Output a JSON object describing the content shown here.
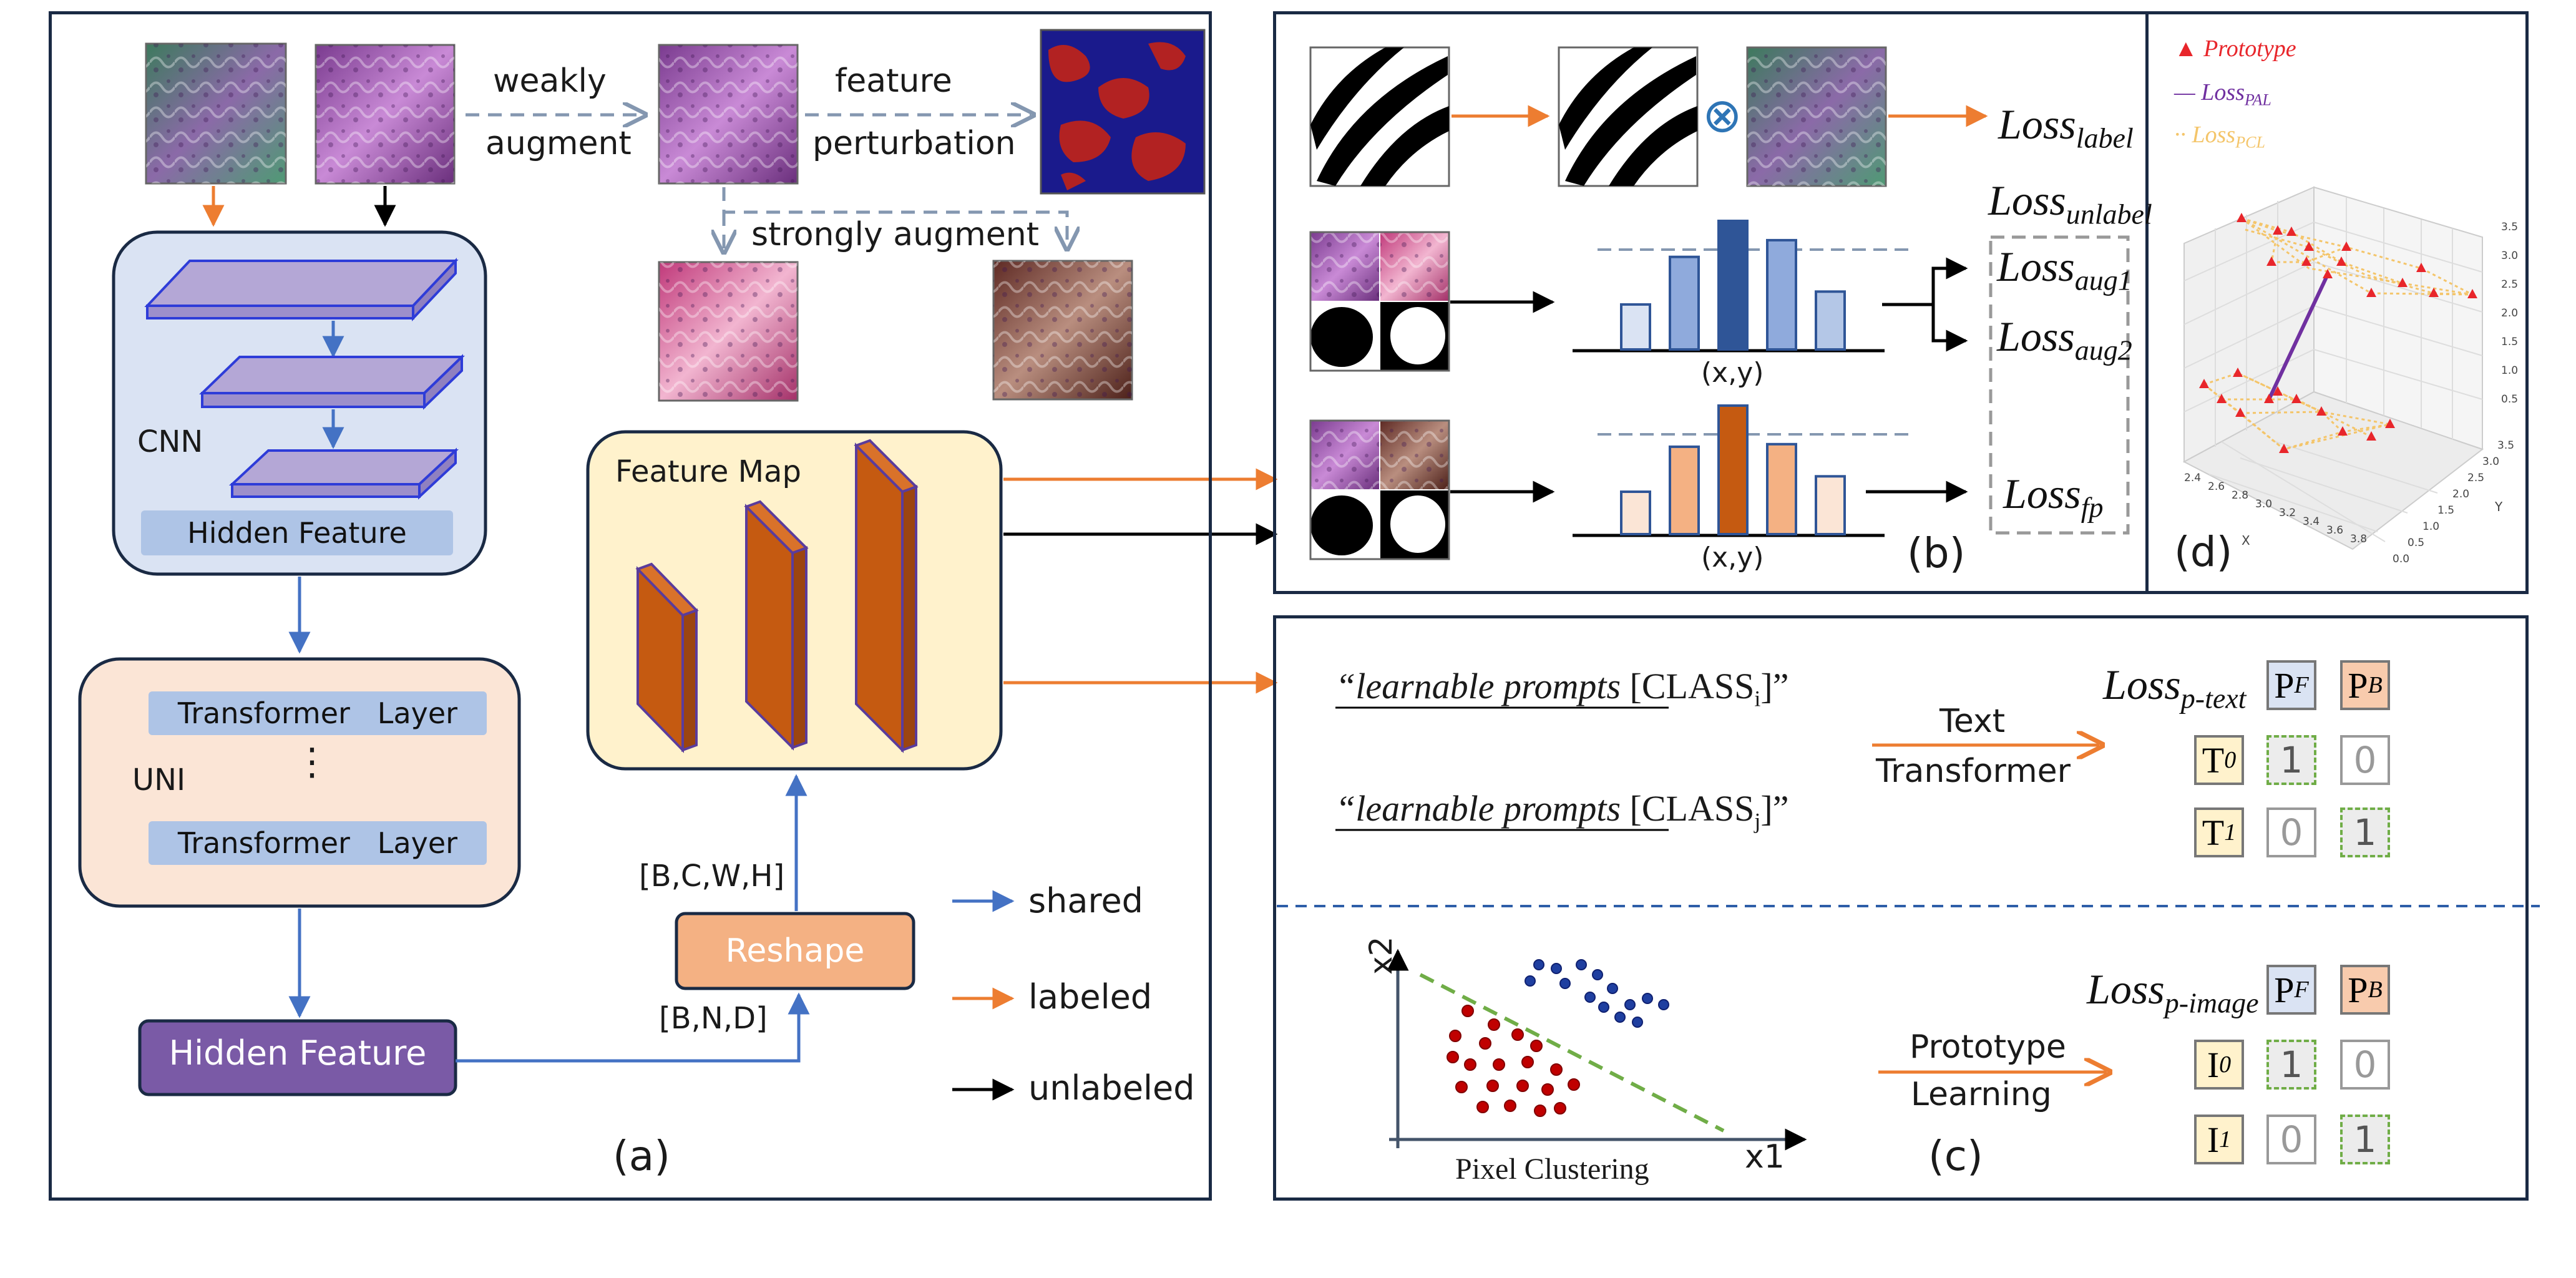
{
  "colors": {
    "shared": "#4472c4",
    "labeled": "#ed7d31",
    "unlabeled": "#000000",
    "panel_border": "#1a2a44",
    "hidden_feature_dark": "#7a5aa6",
    "reshape": "#f4b183",
    "feature_map_bg": "#fff2cc",
    "cnn_bg": "#dae3f3",
    "uni_bg": "#fbe5d6"
  },
  "panel_a": {
    "tag": "(a)",
    "top": {
      "weakly": "weakly",
      "augment": "augment",
      "feature": "feature",
      "perturbation": "perturbation",
      "strongly_augment": "strongly augment"
    },
    "cnn": {
      "label": "CNN",
      "hidden_feature": "Hidden Feature"
    },
    "uni": {
      "label": "UNI",
      "layer1": "Transformer   Layer",
      "ellipsis": "⋮",
      "layer2": "Transformer   Layer"
    },
    "hidden_feature_dark": "Hidden Feature",
    "reshape": "Reshape",
    "shape_bcwh": "[B,C,W,H]",
    "shape_bnd": "[B,N,D]",
    "feature_map": "Feature Map",
    "legend": {
      "shared": "shared",
      "labeled": "labeled",
      "unlabeled": "unlabeled"
    }
  },
  "panel_b": {
    "tag": "(b)",
    "otimes": "⊗",
    "loss_label_main": "Loss",
    "loss_label_sub": "label",
    "loss_unlabel_main": "Loss",
    "loss_unlabel_sub": "unlabel",
    "loss_aug1_main": "Loss",
    "loss_aug1_sub": "aug1",
    "loss_aug2_main": "Loss",
    "loss_aug2_sub": "aug2",
    "loss_fp_main": "Loss",
    "loss_fp_sub": "fp",
    "xy1": "(x,y)",
    "xy2": "(x,y)",
    "hist_blue": [
      0.35,
      0.72,
      1.0,
      0.85,
      0.45
    ],
    "hist_orange": [
      0.33,
      0.68,
      1.0,
      0.7,
      0.45
    ]
  },
  "panel_c": {
    "tag": "(c)",
    "prompt1_italic": "“learnable prompts ",
    "prompt1_class": "[CLASS",
    "prompt1_sub": "i",
    "prompt1_end": "]”",
    "prompt2_italic": "“learnable prompts ",
    "prompt2_class": "[CLASS",
    "prompt2_sub": "j",
    "prompt2_end": "]”",
    "text": "Text",
    "transformer": "Transformer",
    "loss_ptext_main": "Loss",
    "loss_ptext_sub": "p-text",
    "loss_pimage_main": "Loss",
    "loss_pimage_sub": "p-image",
    "pf": "P",
    "pf_sub": "F",
    "pb": "P",
    "pb_sub": "B",
    "t0": "T",
    "t0_sub": "0",
    "t1": "T",
    "t1_sub": "1",
    "i0": "I",
    "i0_sub": "0",
    "i1": "I",
    "i1_sub": "1",
    "one": "1",
    "zero": "0",
    "prototype": "Prototype",
    "learning": "Learning",
    "x2": "x2",
    "x1": "x1",
    "pixel_clustering": "Pixel Clustering"
  },
  "panel_d": {
    "tag": "(d)",
    "legend_prototype": "Prototype",
    "legend_pal_main": "Loss",
    "legend_pal_sub": "PAL",
    "legend_pcl_main": "Loss",
    "legend_pcl_sub": "PCL",
    "axis_x_ticks": [
      "2.4",
      "2.6",
      "2.8",
      "3.0",
      "3.2",
      "3.4",
      "3.6",
      "3.8"
    ],
    "axis_y_ticks": [
      "0.0",
      "0.5",
      "1.0",
      "1.5",
      "2.0",
      "2.5",
      "3.0",
      "3.5"
    ],
    "axis_z_ticks": [
      "0.5",
      "1.0",
      "1.5",
      "2.0",
      "2.5",
      "3.0",
      "3.5"
    ],
    "axis_x": "X",
    "axis_y": "Y"
  }
}
